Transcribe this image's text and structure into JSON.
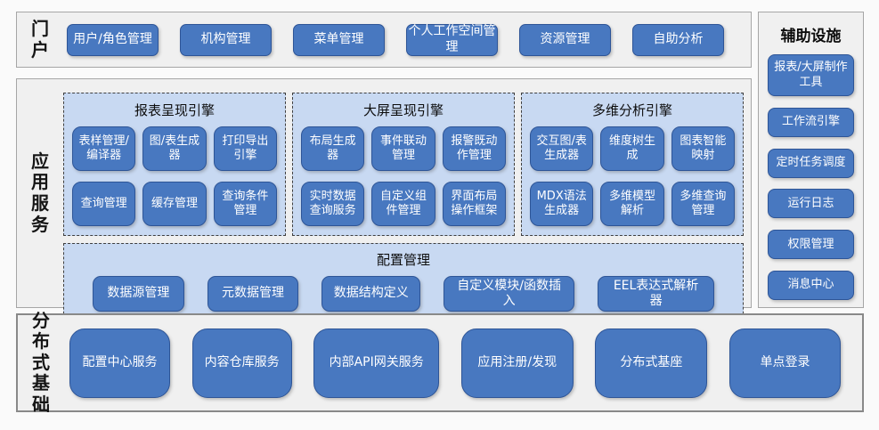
{
  "portal": {
    "label": "门户",
    "items": [
      "用户/角色管理",
      "机构管理",
      "菜单管理",
      "个人工作空间管理",
      "资源管理",
      "自助分析"
    ]
  },
  "app_services": {
    "label": "应用服务",
    "engines": [
      {
        "title": "报表呈现引擎",
        "items": [
          "表样管理/编译器",
          "图/表生成器",
          "打印导出引擎",
          "查询管理",
          "缓存管理",
          "查询条件管理"
        ]
      },
      {
        "title": "大屏呈现引擎",
        "items": [
          "布局生成器",
          "事件联动管理",
          "报警既动作管理",
          "实时数据查询服务",
          "自定义组件管理",
          "界面布局操作框架"
        ]
      },
      {
        "title": "多维分析引擎",
        "items": [
          "交互图/表生成器",
          "维度树生成",
          "图表智能映射",
          "MDX语法生成器",
          "多维模型解析",
          "多维查询管理"
        ]
      }
    ],
    "config": {
      "title": "配置管理",
      "items": [
        "数据源管理",
        "元数据管理",
        "数据结构定义",
        "自定义模块/函数插入",
        "EEL表达式解析器"
      ]
    }
  },
  "auxiliary": {
    "title": "辅助设施",
    "items": [
      "报表/大屏制作工具",
      "工作流引擎",
      "定时任务调度",
      "运行日志",
      "权限管理",
      "消息中心"
    ]
  },
  "foundation": {
    "label": "分布式基础",
    "items": [
      "配置中心服务",
      "内容仓库服务",
      "内部API网关服务",
      "应用注册/发现",
      "分布式基座",
      "单点登录"
    ]
  },
  "colors": {
    "button_blue": "#4878c0",
    "button_border": "#2e5597",
    "engine_panel_blue": "#c8d9f2",
    "section_gray": "#f0f0f0"
  }
}
